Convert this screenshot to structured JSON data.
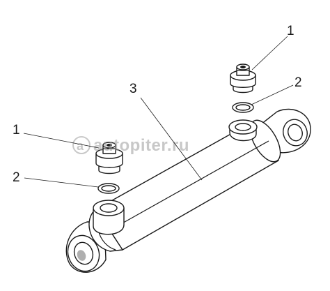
{
  "watermark": "autopiter.ru",
  "callouts": [
    {
      "id": "fitting-top",
      "label": "1"
    },
    {
      "id": "ring-top",
      "label": "2"
    },
    {
      "id": "cylinder",
      "label": "3"
    },
    {
      "id": "fitting-left",
      "label": "1"
    },
    {
      "id": "ring-left",
      "label": "2"
    }
  ],
  "colors": {
    "line": "#1a1a1a",
    "watermark": "#9c9c9c",
    "background": "#ffffff"
  }
}
